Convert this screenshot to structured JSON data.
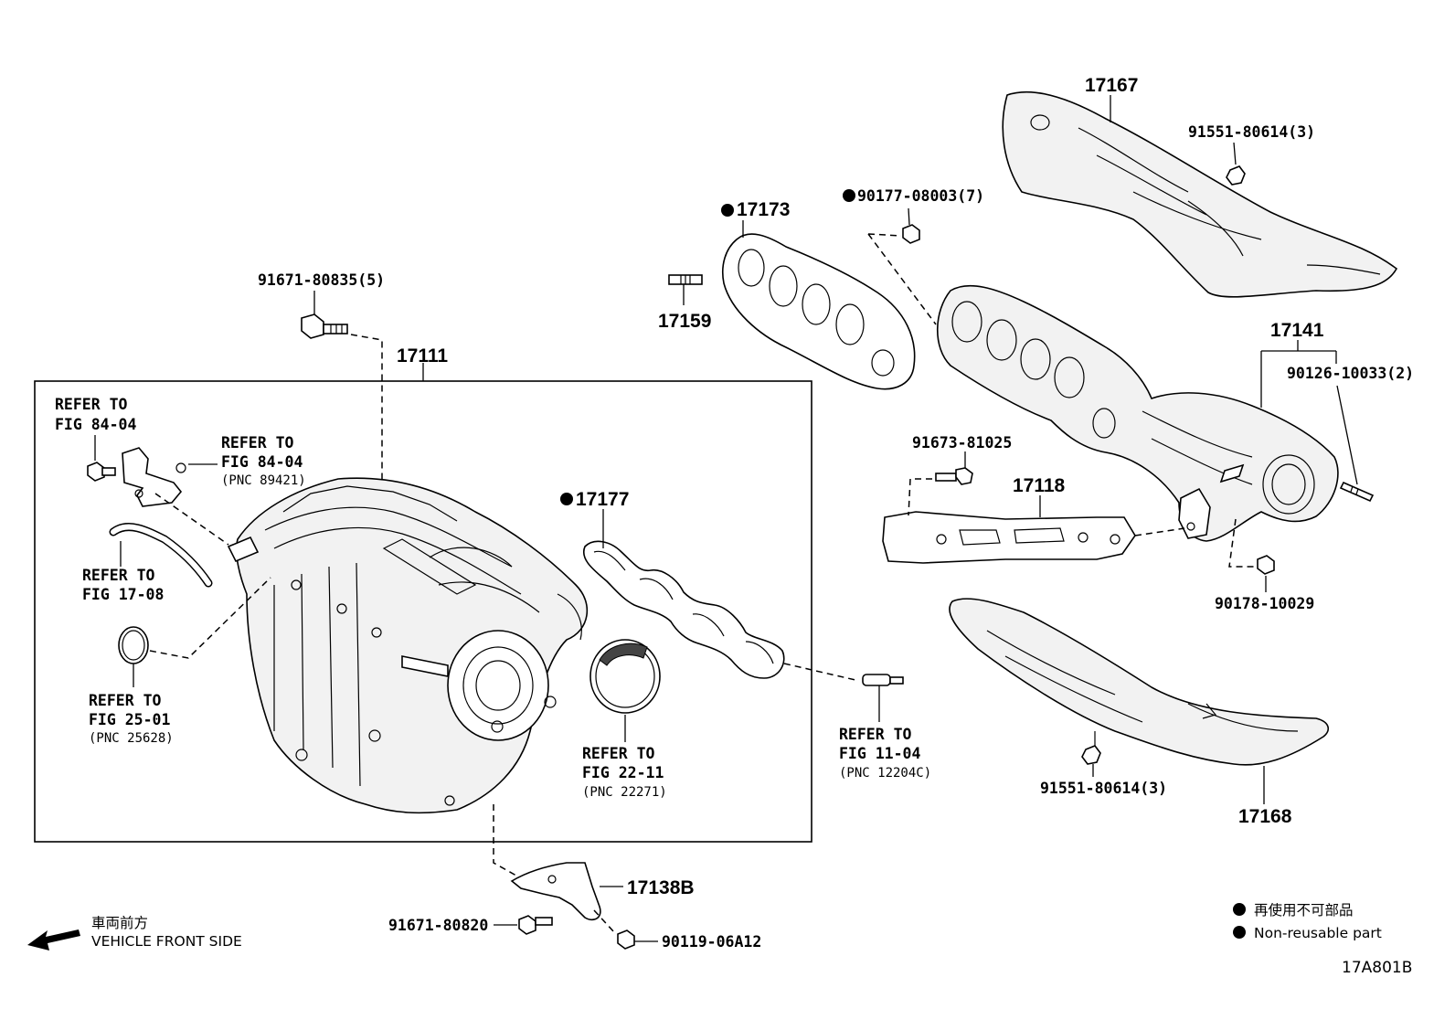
{
  "diagram_code": "17A801B",
  "legend": {
    "jp_label": "再使用不可部品",
    "en_label": "Non-reusable part"
  },
  "front_indicator": {
    "jp_label": "車両前方",
    "en_label": "VEHICLE FRONT SIDE"
  },
  "parts": {
    "p17167": "17167",
    "p91551_top": "91551-80614(3)",
    "p17173": "17173",
    "p90177": "90177-08003(7)",
    "p91671_835": "91671-80835(5)",
    "p17159": "17159",
    "p17111": "17111",
    "p17141": "17141",
    "p90126": "90126-10033(2)",
    "p91673": "91673-81025",
    "p17118": "17118",
    "p17177": "17177",
    "p90178": "90178-10029",
    "p91551_bot": "91551-80614(3)",
    "p17168": "17168",
    "p17138b": "17138B",
    "p91671_820": "91671-80820",
    "p90119": "90119-06A12"
  },
  "references": {
    "r1": {
      "line1": "REFER TO",
      "line2": "FIG 84-04"
    },
    "r2": {
      "line1": "REFER TO",
      "line2": "FIG 84-04",
      "pnc": "(PNC 89421)"
    },
    "r3": {
      "line1": "REFER TO",
      "line2": "FIG 17-08"
    },
    "r4": {
      "line1": "REFER TO",
      "line2": "FIG 25-01",
      "pnc": "(PNC 25628)"
    },
    "r5": {
      "line1": "REFER TO",
      "line2": "FIG 22-11",
      "pnc": "(PNC 22271)"
    },
    "r6": {
      "line1": "REFER TO",
      "line2": "FIG 11-04",
      "pnc": "(PNC 12204C)"
    }
  }
}
